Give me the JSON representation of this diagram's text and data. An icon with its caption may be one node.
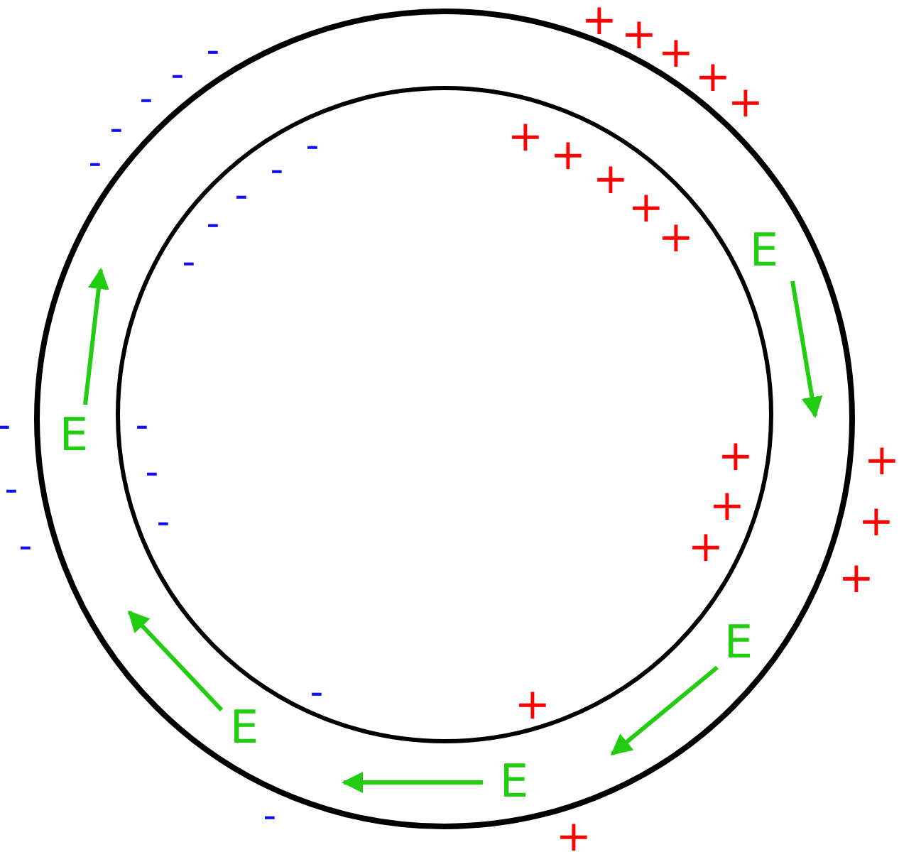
{
  "diagram": {
    "labels": [
      "+",
      "+",
      "-",
      "+",
      "-",
      "+",
      "-",
      "+",
      "-",
      "+",
      "-",
      "+",
      "-",
      "-",
      "+",
      "-",
      "+",
      "-",
      "+",
      "E",
      "-",
      "-",
      "-",
      "E",
      "+",
      "+",
      "-",
      "-",
      "+",
      "+",
      "-",
      "+",
      "-",
      "+",
      "E",
      "-",
      "+",
      "E",
      "E",
      "-",
      "+"
    ]
  }
}
